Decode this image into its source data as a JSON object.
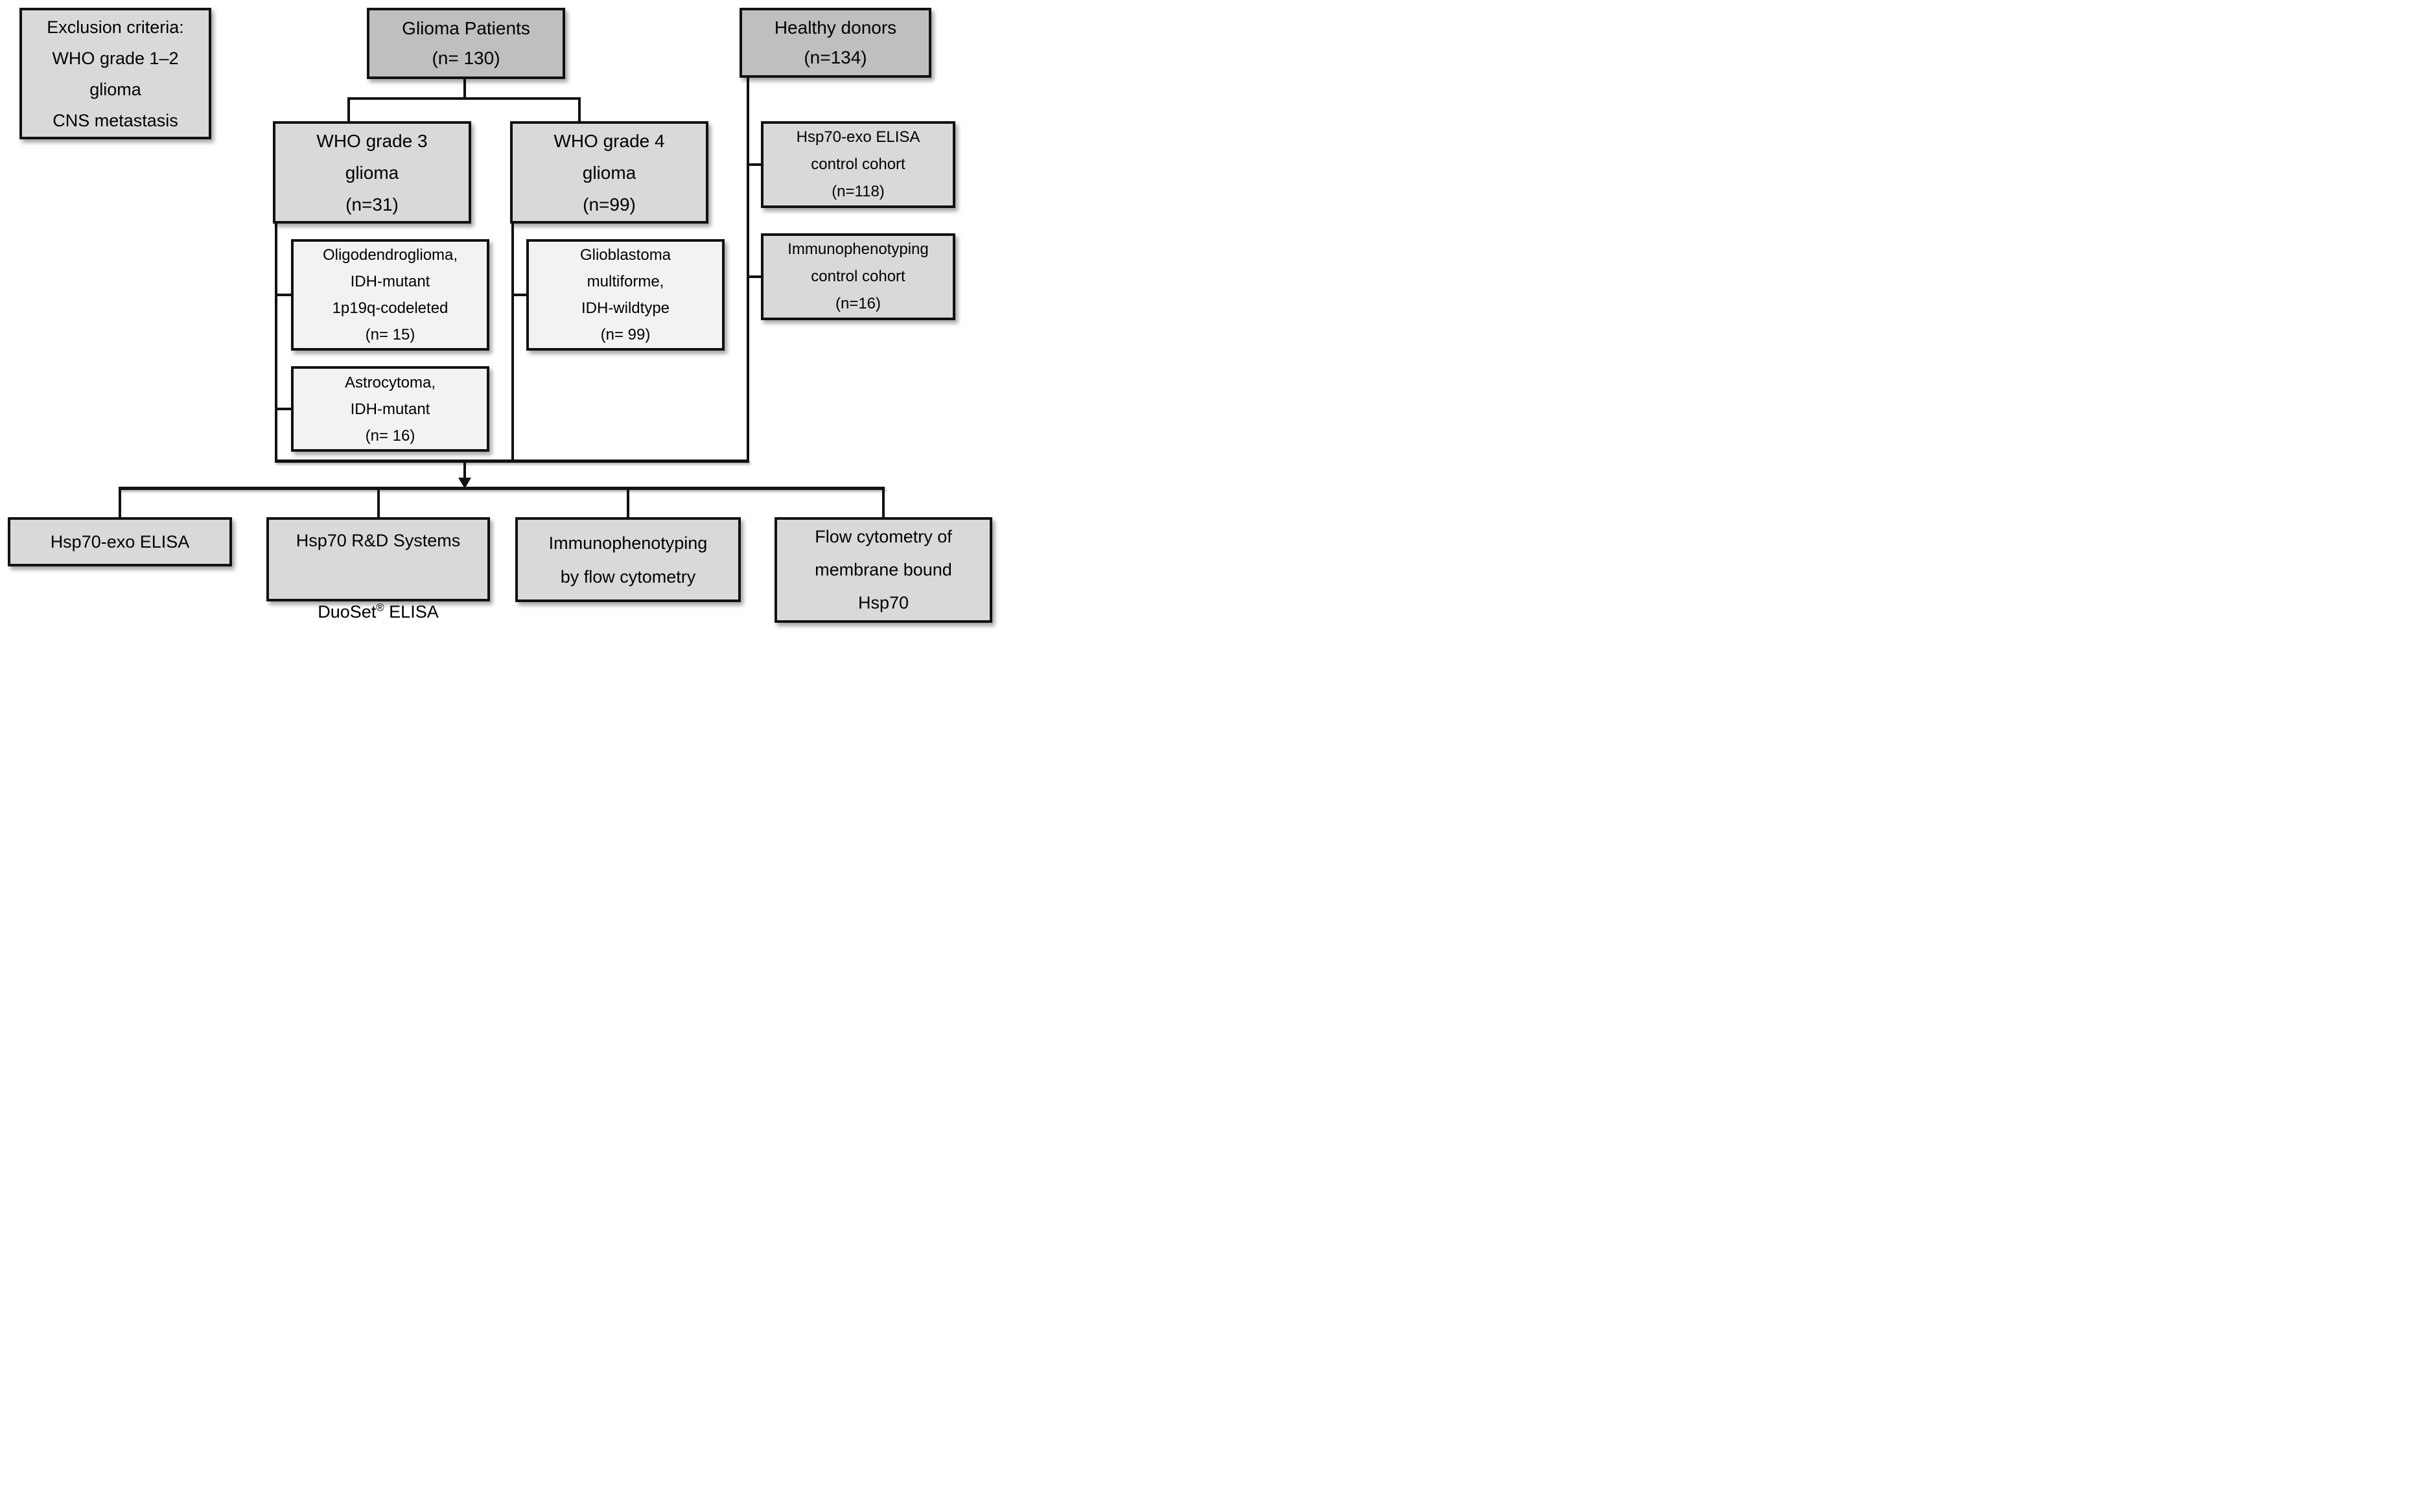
{
  "colors": {
    "background": "#ffffff",
    "text": "#000000",
    "line": "#111111",
    "box_dark": "#bfbfbf",
    "box_medium": "#d9d9d9",
    "box_light": "#f2f2f2"
  },
  "boxes": {
    "exclusion": {
      "text": "Exclusion criteria:\nWHO grade 1–2\nglioma\nCNS metastasis"
    },
    "glioma_patients": {
      "text": "Glioma Patients\n(n= 130)"
    },
    "healthy_donors": {
      "text": "Healthy donors\n(n=134)"
    },
    "who_grade3": {
      "text": "WHO grade 3\nglioma\n(n=31)"
    },
    "who_grade4": {
      "text": "WHO grade 4\nglioma\n(n=99)"
    },
    "hsp70_exo_control": {
      "text": "Hsp70-exo ELISA\ncontrol cohort\n(n=118)"
    },
    "oligodendroglioma": {
      "text": "Oligodendroglioma,\nIDH-mutant\n1p19q-codeleted\n(n= 15)"
    },
    "glioblastoma": {
      "text": "Glioblastoma\nmultiforme,\nIDH-wildtype\n(n= 99)"
    },
    "immunophenotyping_control": {
      "text": "Immunophenotyping\ncontrol cohort\n(n=16)"
    },
    "astrocytoma": {
      "text": "Astrocytoma,\nIDH-mutant\n(n= 16)"
    },
    "assay_hsp70_exo_elisa": {
      "text": "Hsp70-exo ELISA"
    },
    "assay_duoset": {
      "line1": "Hsp70 R&D Systems",
      "line2_prefix": "DuoSet",
      "line2_reg": "®",
      "line2_suffix": " ELISA"
    },
    "assay_immunophenotyping": {
      "text": "Immunophenotyping\nby flow cytometry"
    },
    "assay_flow_cytometry": {
      "text": "Flow cytometry of\nmembrane bound\nHsp70"
    }
  }
}
